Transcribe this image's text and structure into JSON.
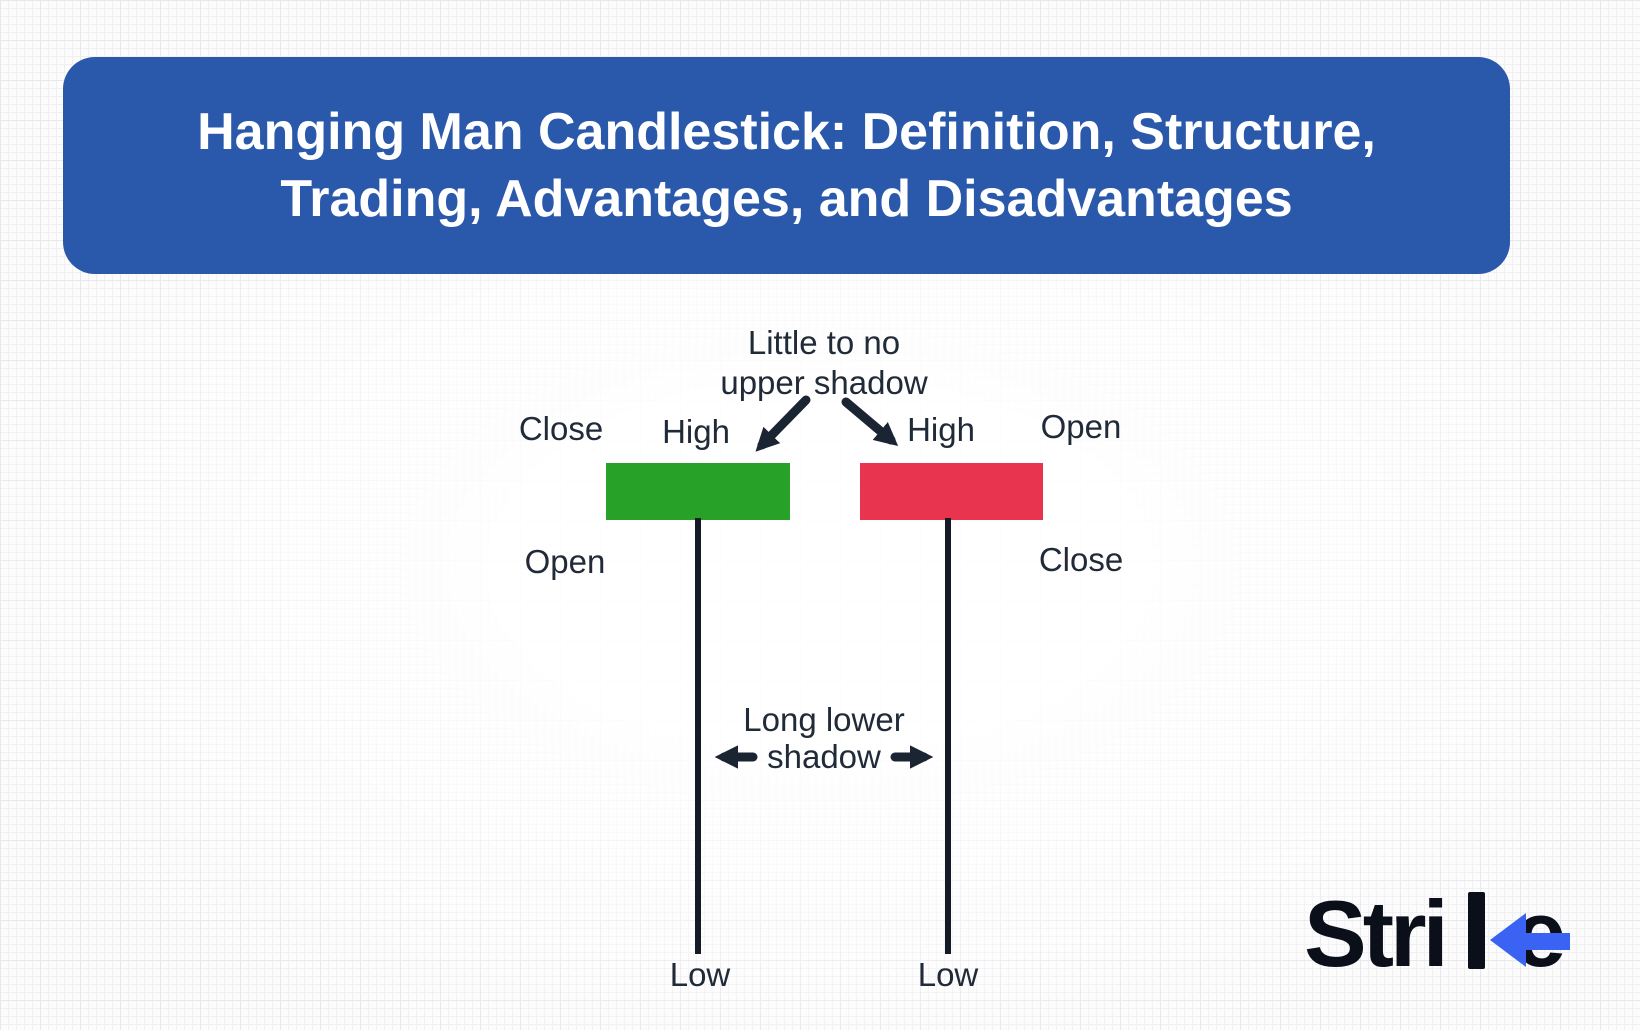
{
  "header": {
    "title_line1": "Hanging Man Candlestick: Definition, Structure,",
    "title_line2": "Trading, Advantages, and Disadvantages",
    "bg_color": "#2A59AC",
    "text_color": "#FFFFFF"
  },
  "diagram": {
    "text_color": "#212A38",
    "arrow_color": "#1B2433",
    "shadow_line_color": "#141B26",
    "upper_annotation": {
      "line1": "Little to no",
      "line2": "upper shadow"
    },
    "lower_annotation": {
      "line1": "Long lower",
      "line2": "shadow"
    },
    "bullish_candle": {
      "color": "#27A127",
      "label_close": "Close",
      "label_high": "High",
      "label_open": "Open",
      "label_low": "Low"
    },
    "bearish_candle": {
      "color": "#E8344F",
      "label_high": "High",
      "label_open": "Open",
      "label_close": "Close",
      "label_low": "Low"
    }
  },
  "branding": {
    "logo_text": "Strike",
    "logo_prefix": "Stri",
    "logo_suffix": "e",
    "logo_black": "#0B0F19",
    "logo_blue": "#3A63F3"
  }
}
